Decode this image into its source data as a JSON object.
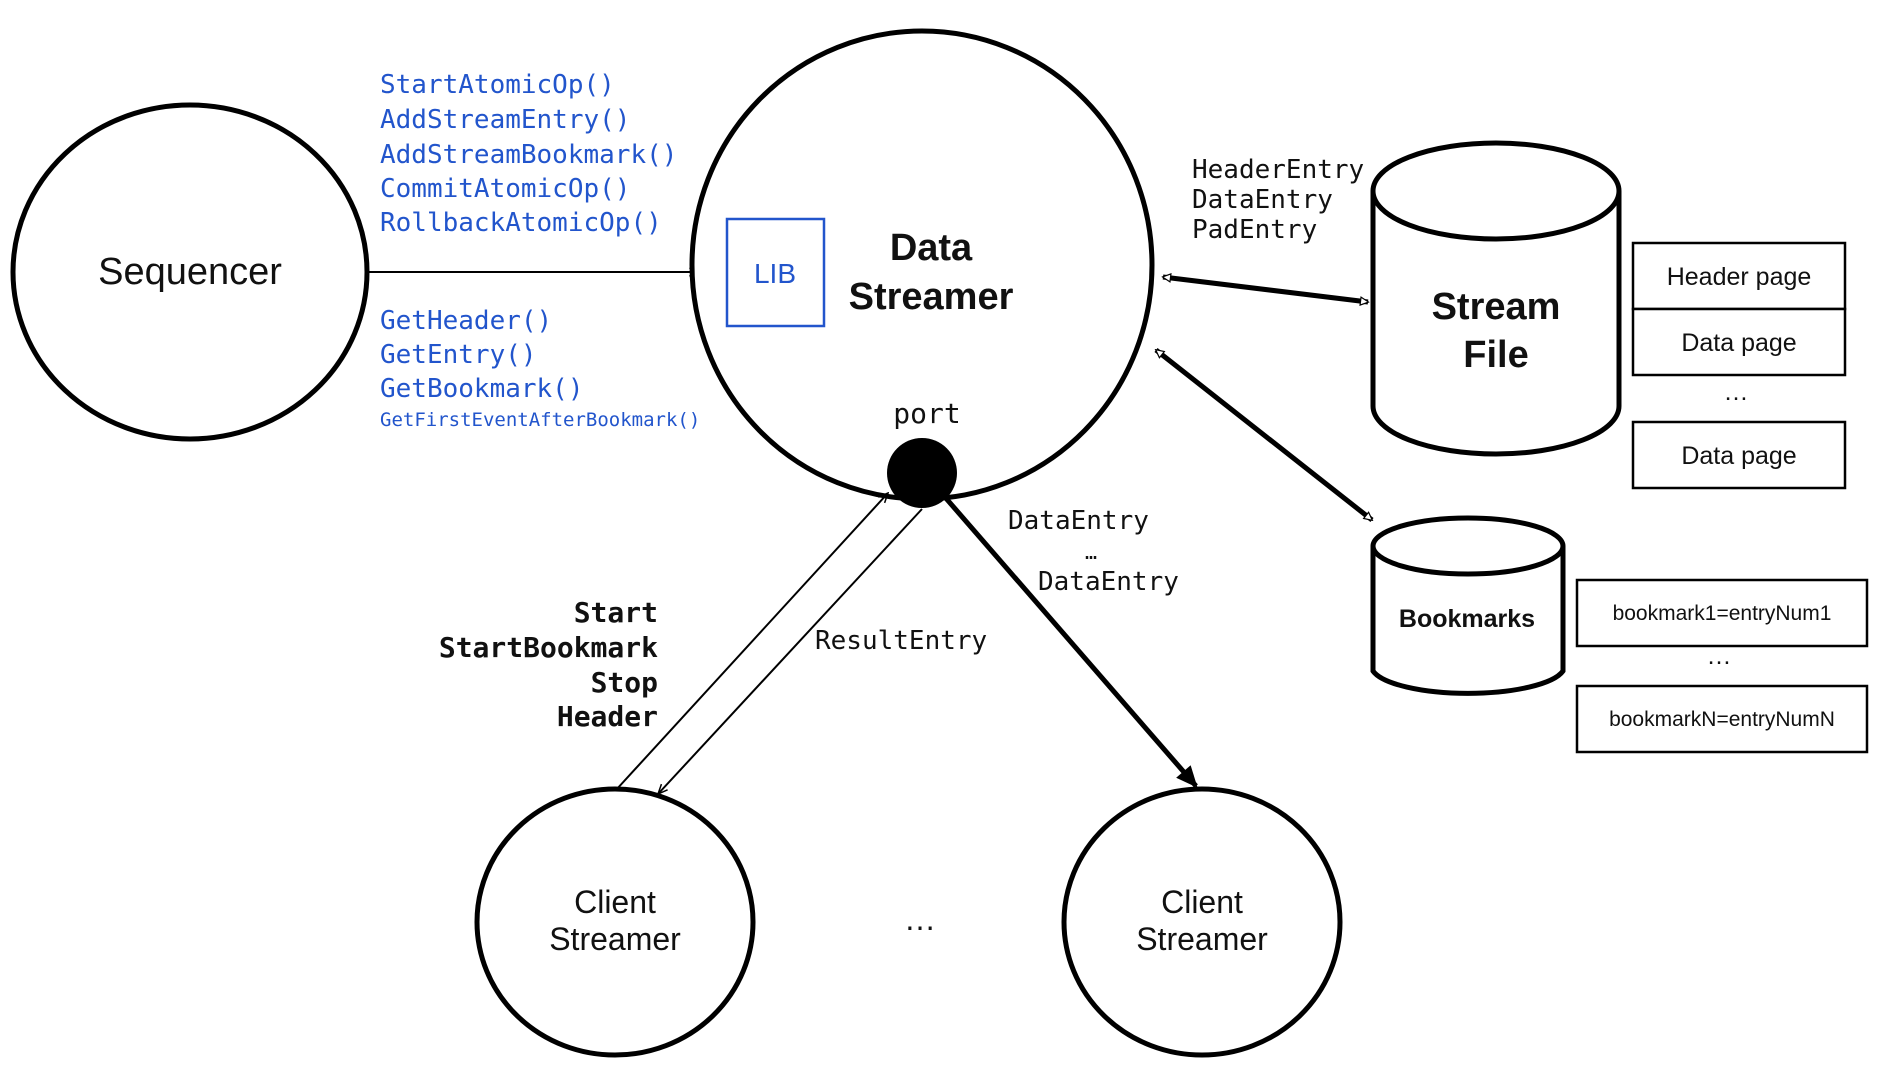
{
  "nodes": {
    "sequencer": "Sequencer",
    "data_streamer_line1": "Data",
    "data_streamer_line2": "Streamer",
    "lib": "LIB",
    "port": "port",
    "stream_file_line1": "Stream",
    "stream_file_line2": "File",
    "bookmarks": "Bookmarks",
    "client_line1": "Client",
    "client_line2": "Streamer",
    "clients_ellipsis": "…"
  },
  "sequencer_write_calls": [
    "StartAtomicOp()",
    "AddStreamEntry()",
    "AddStreamBookmark()",
    "CommitAtomicOp()",
    "RollbackAtomicOp()"
  ],
  "sequencer_read_calls": [
    "GetHeader()",
    "GetEntry()",
    "GetBookmark()",
    "GetFirstEventAfterBookmark()"
  ],
  "file_entries": [
    "HeaderEntry",
    "DataEntry",
    "PadEntry"
  ],
  "client_commands": [
    "Start",
    "StartBookmark",
    "Stop",
    "Header"
  ],
  "result_label": "ResultEntry",
  "stream_labels": [
    "DataEntry",
    "…",
    "DataEntry"
  ],
  "file_pages": [
    "Header page",
    "Data page",
    "…",
    "Data page"
  ],
  "bookmark_records": [
    "bookmark1=entryNum1",
    "…",
    "bookmarkN=entryNumN"
  ],
  "colors": {
    "api_text": "#2255cc",
    "lines": "#000000"
  }
}
